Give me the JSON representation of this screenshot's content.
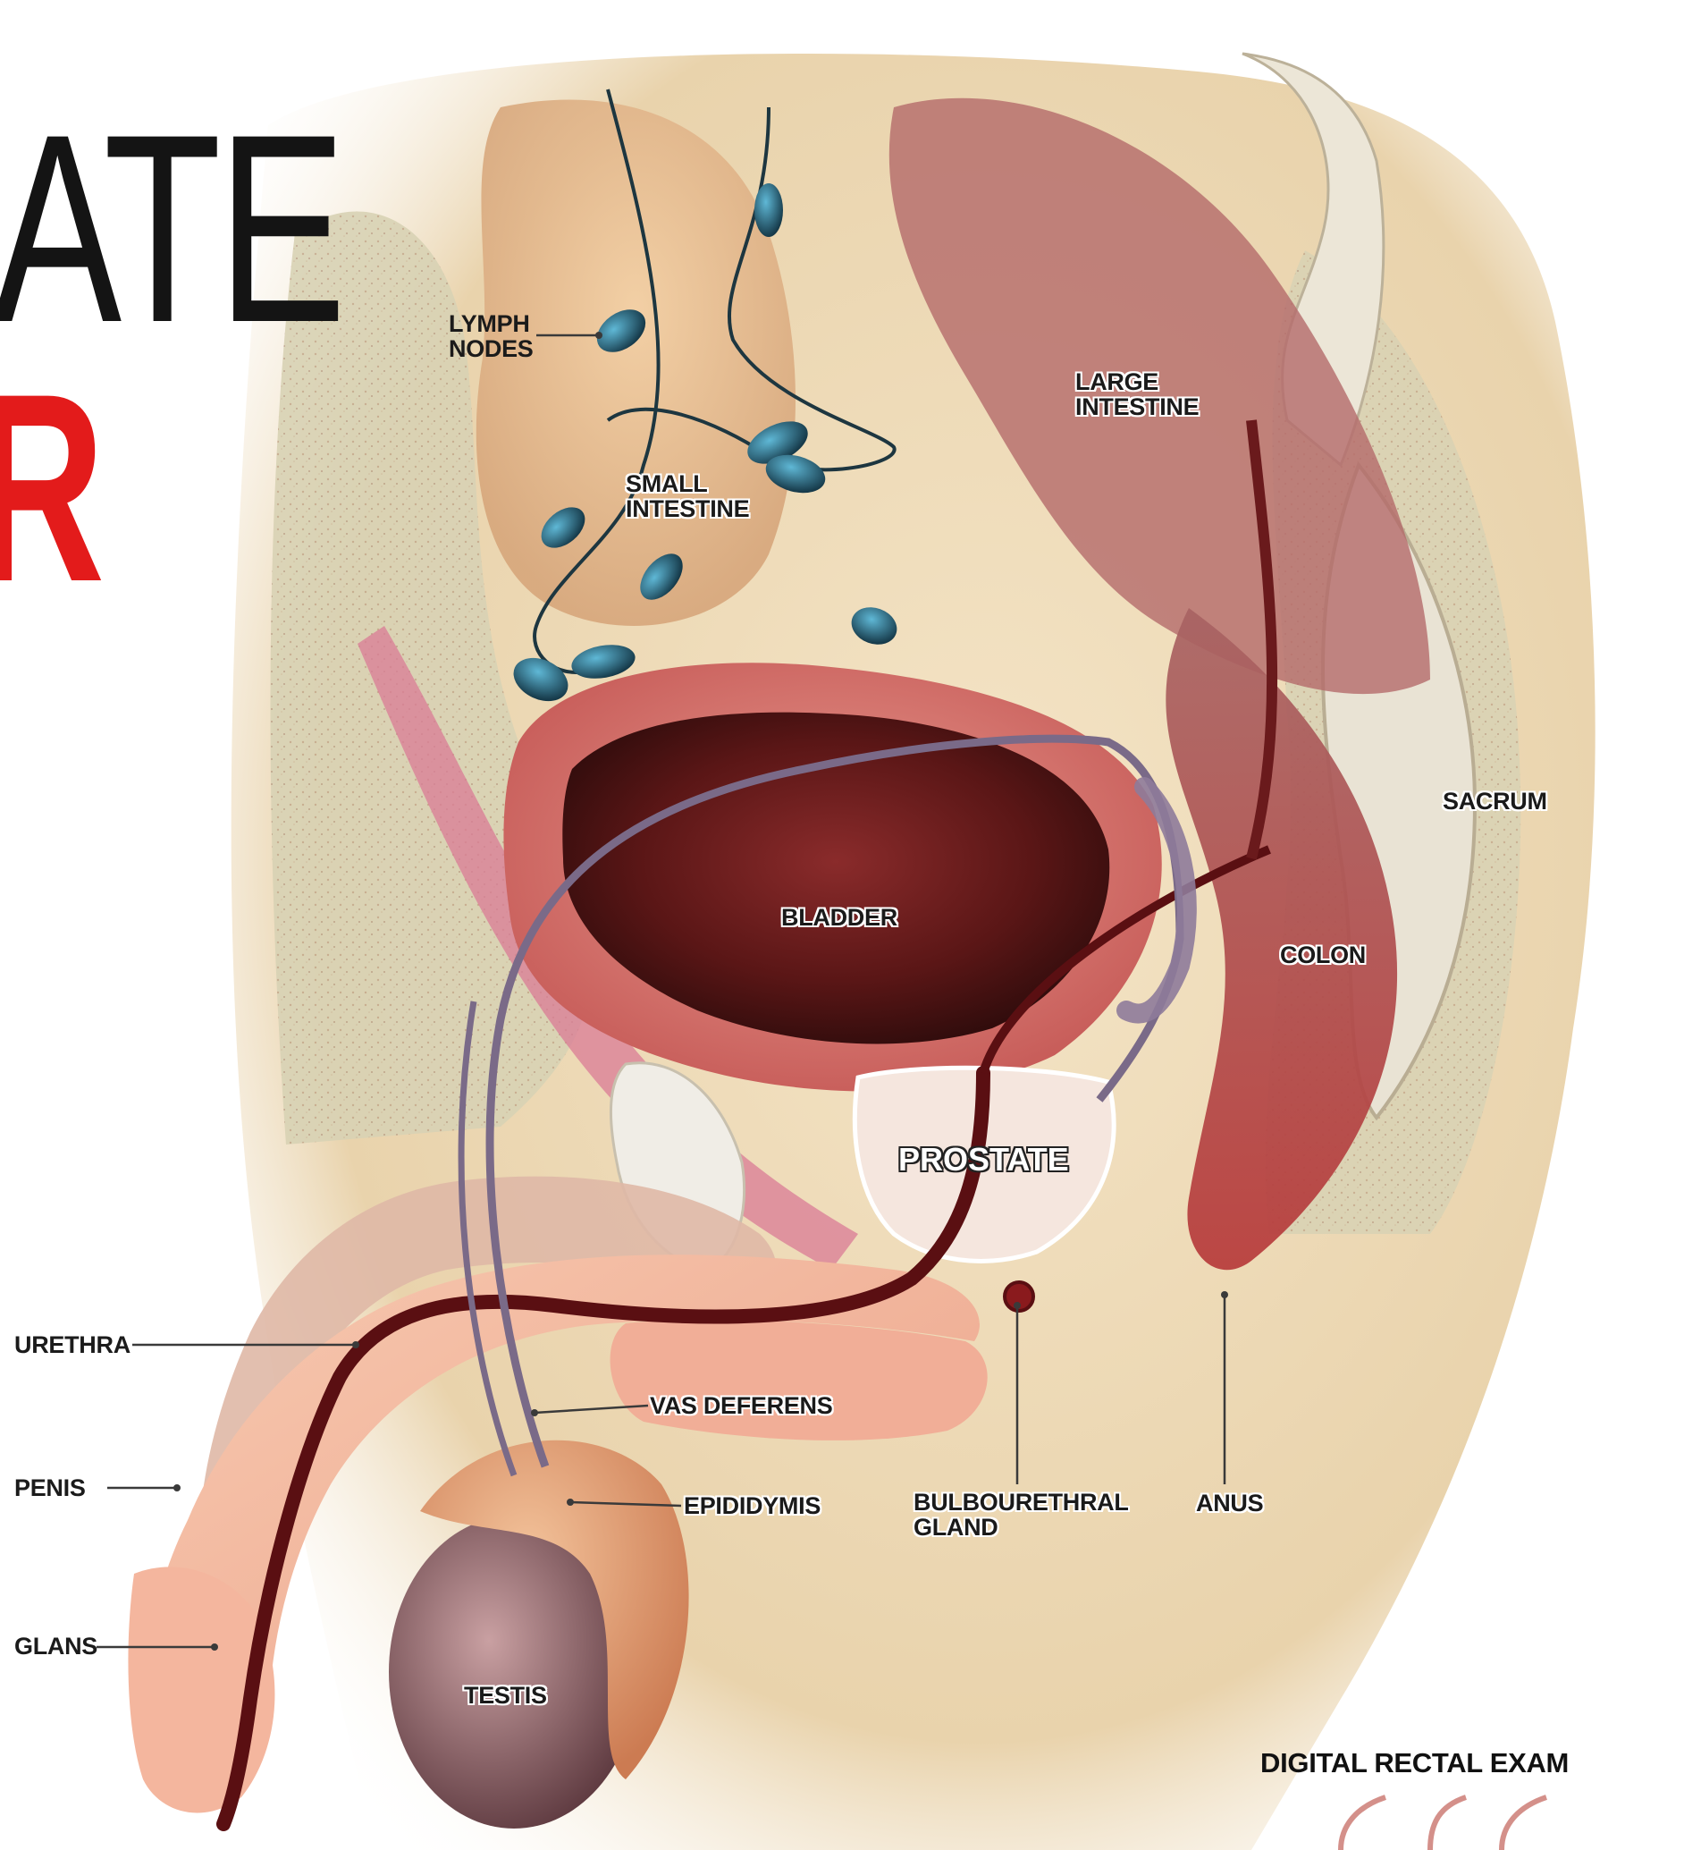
{
  "title": {
    "line1": "ATE",
    "line2": "R"
  },
  "labels": {
    "lymph_nodes": "LYMPH\nNODES",
    "small_intestine": "SMALL\nINTESTINE",
    "large_intestine": "LARGE\nINTESTINE",
    "sacrum": "SACRUM",
    "bladder": "BLADDER",
    "colon": "COLON",
    "prostate": "PROSTATE",
    "urethra": "URETHRA",
    "vas_deferens": "VAS DEFERENS",
    "penis": "PENIS",
    "epididymis": "EPIDIDYMIS",
    "bulbourethral_gland": "BULBOURETHRAL\nGLAND",
    "anus": "ANUS",
    "glans": "GLANS",
    "testis": "TESTIS",
    "digital_rectal_exam": "DIGITAL RECTAL EXAM"
  },
  "colors": {
    "title_red": "#e31b1b",
    "title_dark": "#141414",
    "leader_line": "#3a3a3a"
  }
}
